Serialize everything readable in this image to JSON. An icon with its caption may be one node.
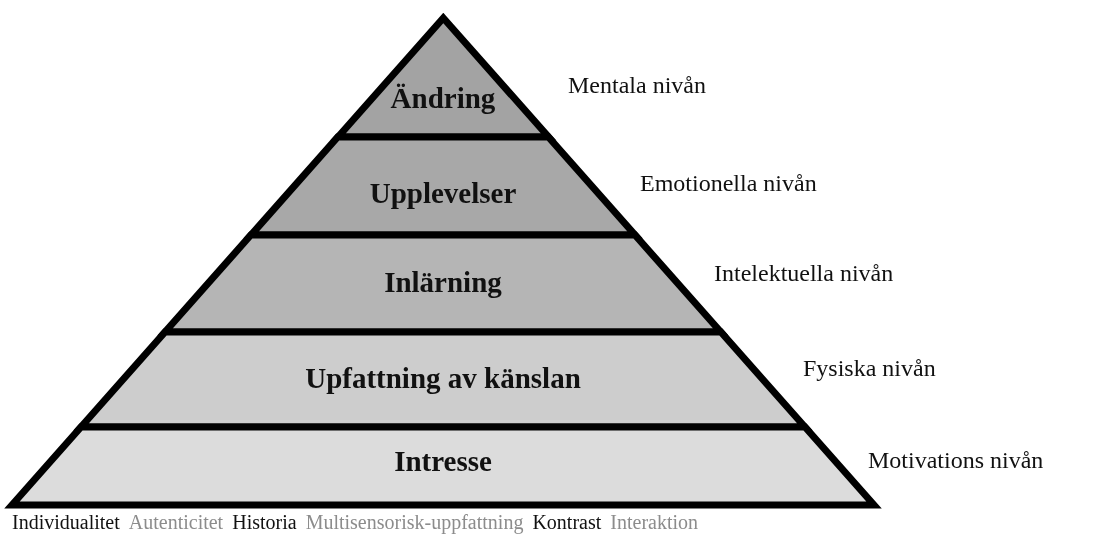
{
  "diagram": {
    "nodes": [
      {
        "text": [
          "Ändring"
        ],
        "beside": [
          "Mentala nivån"
        ]
      },
      {
        "text": [
          "Upplevelser"
        ],
        "beside": [
          "Emotionella nivån"
        ]
      },
      {
        "text": [
          "Inlärning"
        ],
        "beside": [
          "Intelektuella nivån"
        ]
      },
      {
        "text": [
          "Upfattning av känslan"
        ],
        "beside": [
          "Fysiska nivån"
        ]
      },
      {
        "text": [
          "Intresse"
        ],
        "beside": [
          "Motivations nivån"
        ]
      }
    ],
    "labels": [
      "Individualitet",
      "Autenticitet",
      "Historia",
      "Multisensorisk-uppfattning",
      "Kontrast",
      "Interaktion"
    ]
  }
}
